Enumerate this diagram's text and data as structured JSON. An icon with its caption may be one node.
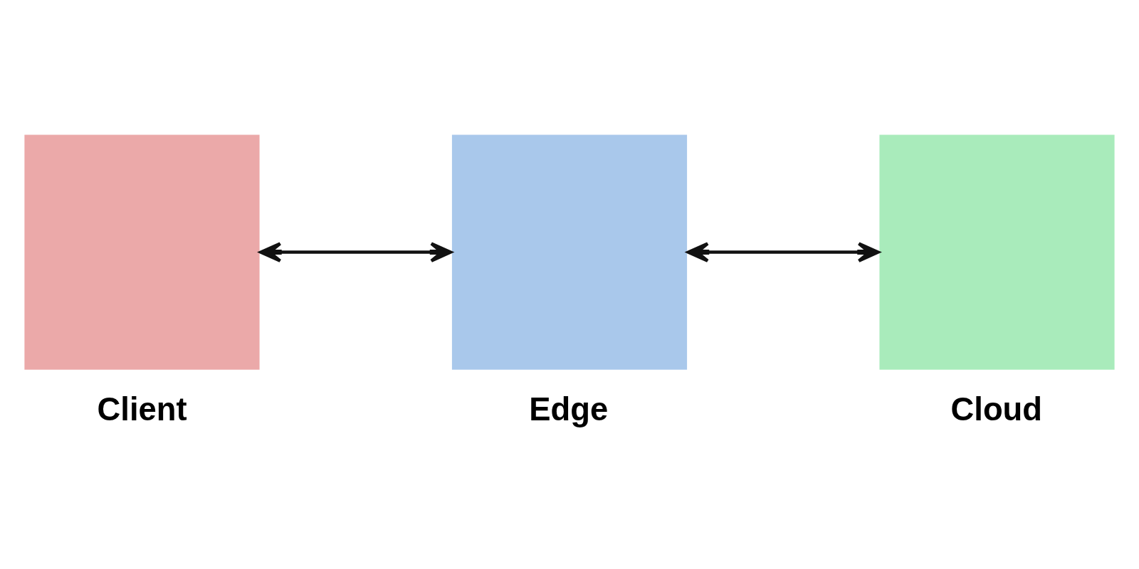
{
  "diagram": {
    "nodes": [
      {
        "text": [
          "Client"
        ]
      },
      {
        "text": [
          "Edge"
        ]
      },
      {
        "text": [
          "Cloud"
        ]
      }
    ],
    "edges": [
      {
        "from": 0,
        "to": 1,
        "arrow": "both"
      },
      {
        "from": 1,
        "to": 2,
        "arrow": "both"
      }
    ]
  }
}
